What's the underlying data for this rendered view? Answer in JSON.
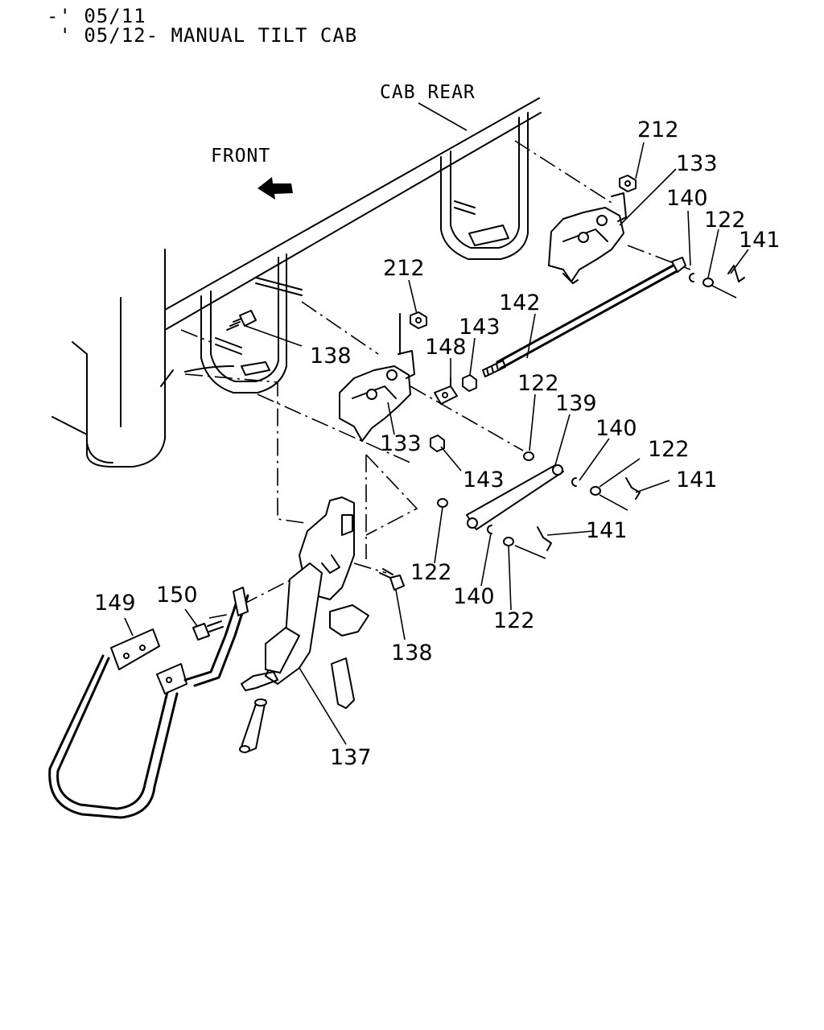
{
  "header": {
    "line1": "-' 05/11",
    "line2": " ' 05/12- MANUAL TILT CAB"
  },
  "captions": {
    "cab_rear": "CAB REAR",
    "front": "FRONT"
  },
  "callouts": [
    {
      "id": "c212a",
      "text": "212"
    },
    {
      "id": "c133a",
      "text": "133"
    },
    {
      "id": "c140a",
      "text": "140"
    },
    {
      "id": "c122a",
      "text": "122"
    },
    {
      "id": "c141a",
      "text": "141"
    },
    {
      "id": "c212b",
      "text": "212"
    },
    {
      "id": "c142",
      "text": "142"
    },
    {
      "id": "c143a",
      "text": "143"
    },
    {
      "id": "c148",
      "text": "148"
    },
    {
      "id": "c138a",
      "text": "138"
    },
    {
      "id": "c122b",
      "text": "122"
    },
    {
      "id": "c139",
      "text": "139"
    },
    {
      "id": "c140b",
      "text": "140"
    },
    {
      "id": "c122c",
      "text": "122"
    },
    {
      "id": "c133b",
      "text": "133"
    },
    {
      "id": "c143b",
      "text": "143"
    },
    {
      "id": "c141b",
      "text": "141"
    },
    {
      "id": "c141c",
      "text": "141"
    },
    {
      "id": "c122d",
      "text": "122"
    },
    {
      "id": "c140c",
      "text": "140"
    },
    {
      "id": "c122e",
      "text": "122"
    },
    {
      "id": "c138b",
      "text": "138"
    },
    {
      "id": "c149",
      "text": "149"
    },
    {
      "id": "c150",
      "text": "150"
    },
    {
      "id": "c137",
      "text": "137"
    }
  ]
}
